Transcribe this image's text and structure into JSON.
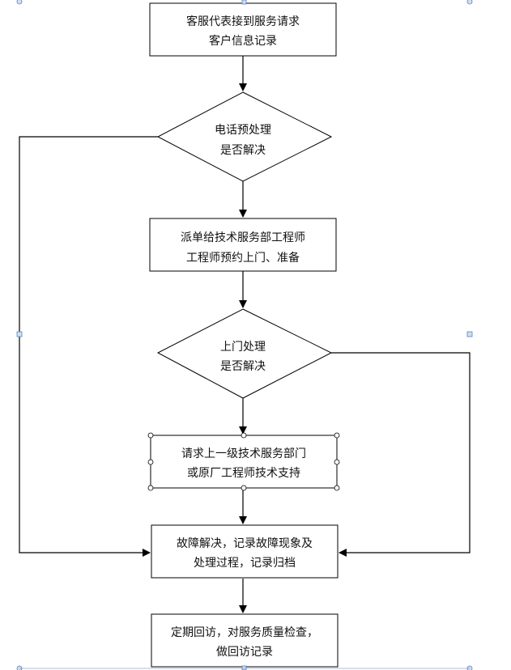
{
  "flowchart": {
    "nodes": [
      {
        "id": "n1",
        "shape": "rect",
        "lines": [
          "客服代表接到服务请求",
          "客户信息记录"
        ]
      },
      {
        "id": "n2",
        "shape": "diamond",
        "lines": [
          "电话预处理",
          "是否解决"
        ]
      },
      {
        "id": "n3",
        "shape": "rect",
        "lines": [
          "派单给技术服务部工程师",
          "工程师预约上门、准备"
        ]
      },
      {
        "id": "n4",
        "shape": "diamond",
        "lines": [
          "上门处理",
          "是否解决"
        ]
      },
      {
        "id": "n5",
        "shape": "rect",
        "selected": true,
        "lines": [
          "请求上一级技术服务部门",
          "或原厂工程师技术支持"
        ]
      },
      {
        "id": "n6",
        "shape": "rect",
        "lines": [
          "故障解决，记录故障现象及",
          "处理过程，记录归档"
        ]
      },
      {
        "id": "n7",
        "shape": "rect",
        "lines": [
          "定期回访，对服务质量检查，",
          "做回访记录"
        ]
      }
    ],
    "edges": [
      {
        "from": "n1",
        "to": "n2"
      },
      {
        "from": "n2",
        "to": "n3"
      },
      {
        "from": "n3",
        "to": "n4"
      },
      {
        "from": "n4",
        "to": "n5"
      },
      {
        "from": "n5",
        "to": "n6"
      },
      {
        "from": "n6",
        "to": "n7"
      },
      {
        "from": "n2",
        "to": "n6",
        "route": "left"
      },
      {
        "from": "n4",
        "to": "n6",
        "route": "right"
      }
    ],
    "colors": {
      "stroke": "#000000",
      "text": "#111111",
      "handle_fill": "#cfe0f5",
      "handle_stroke": "#5a7fbf",
      "selection_handle_fill": "#ffffff"
    }
  }
}
